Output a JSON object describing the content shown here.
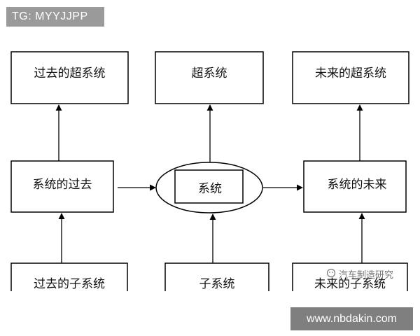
{
  "watermark_top": "TG: MYYJJPP",
  "watermark_bottom": "www.nbdakin.com",
  "watermark_logo_text": "汽车制造研究",
  "nodes": {
    "past_super": "过去的超系统",
    "super": "超系统",
    "future_super": "未来的超系统",
    "past": "系统的过去",
    "system": "系统",
    "future": "系统的未来",
    "past_sub": "过去的子系统",
    "sub": "子系统",
    "future_sub": "未来的子系统"
  },
  "colors": {
    "line": "#000000",
    "watermark_bg_top": "#9a9a9a",
    "watermark_bg_bottom": "#7f7f7f"
  }
}
